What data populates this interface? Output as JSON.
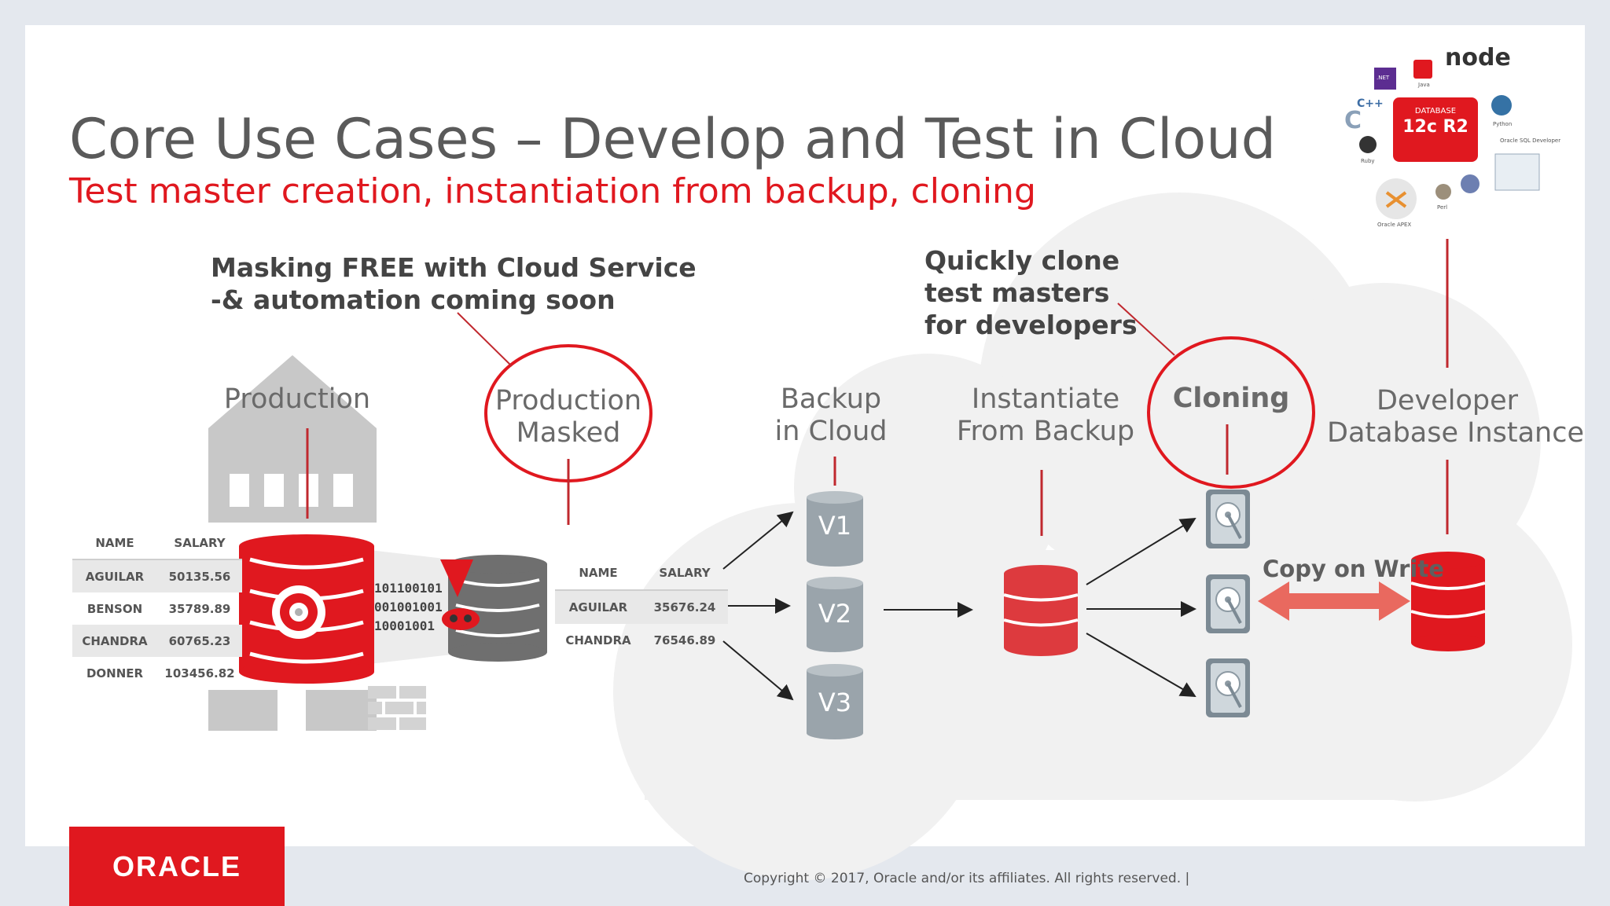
{
  "title": "Core Use Cases – Develop and Test in Cloud",
  "subtitle": "Test master creation, instantiation from backup, cloning",
  "callouts": {
    "masking_line1": "Masking FREE with Cloud Service",
    "masking_line2": "-& automation coming soon",
    "clone_line1": "Quickly clone",
    "clone_line2": "test masters",
    "clone_line3": "for developers"
  },
  "stages": {
    "production": "Production",
    "masked_line1": "Production",
    "masked_line2": "Masked",
    "backup_line1": "Backup",
    "backup_line2": "in Cloud",
    "instantiate_line1": "Instantiate",
    "instantiate_line2": "From Backup",
    "cloning": "Cloning",
    "developer_line1": "Developer",
    "developer_line2": "Database Instance"
  },
  "versions": [
    "V1",
    "V2",
    "V3"
  ],
  "copy_on_write": "Copy on Write",
  "production_table": {
    "headers": [
      "NAME",
      "SALARY"
    ],
    "rows": [
      [
        "AGUILAR",
        "50135.56"
      ],
      [
        "BENSON",
        "35789.89"
      ],
      [
        "CHANDRA",
        "60765.23"
      ],
      [
        "DONNER",
        "103456.82"
      ]
    ]
  },
  "masked_table": {
    "headers": [
      "NAME",
      "SALARY"
    ],
    "rows": [
      [
        "AGUILAR",
        "35676.24"
      ],
      [
        "CHANDRA",
        "76546.89"
      ]
    ]
  },
  "binary_lines": [
    "101100101",
    "001001001",
    "10001001"
  ],
  "tech_logos": {
    "database_label": "DATABASE",
    "database_version": "12c R2",
    "node": "node",
    "net": ".NET",
    "java": "Java",
    "cpp": "C++",
    "c": "C",
    "ruby": "Ruby",
    "python": "Python",
    "sql_developer": "Oracle SQL Developer",
    "apex": "Oracle APEX",
    "perl": "Perl"
  },
  "footer": {
    "logo": "ORACLE",
    "copyright": "Copyright © 2017, Oracle and/or its affiliates. All rights reserved.  |"
  },
  "colors": {
    "oracle_red": "#e0181f",
    "title_gray": "#5a5a5a",
    "cloud_gray": "#f1f1f1",
    "backup_cylinder": "#9aa4ab"
  }
}
